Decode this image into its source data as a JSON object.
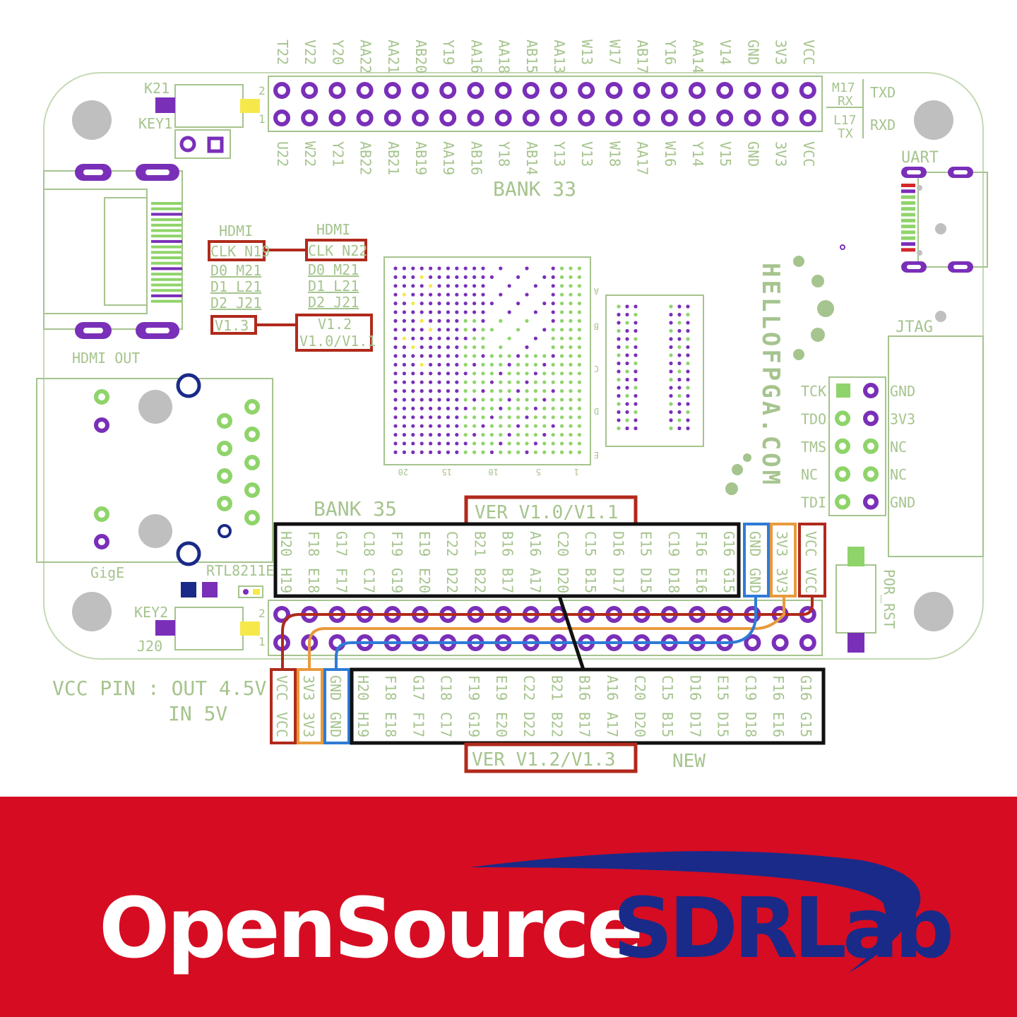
{
  "top_header": {
    "top_row": [
      "T22",
      "V22",
      "Y20",
      "AA22",
      "AA21",
      "AB20",
      "Y19",
      "AA16",
      "AA18",
      "AB15",
      "AA13",
      "W13",
      "W17",
      "AB17",
      "Y16",
      "AA14",
      "V14",
      "GND",
      "3V3",
      "VCC"
    ],
    "bottom_row": [
      "U22",
      "W22",
      "Y21",
      "AB22",
      "AB21",
      "AB19",
      "AA19",
      "AB16",
      "Y18",
      "AB14",
      "Y13",
      "V13",
      "W18",
      "AA17",
      "W16",
      "Y14",
      "V15",
      "GND",
      "3V3",
      "VCC"
    ],
    "bank": "BANK 33",
    "pin2": "2",
    "pin1": "1"
  },
  "uart_side": {
    "m17_rx": [
      "M17",
      "RX"
    ],
    "txd": "TXD",
    "l17_tx": [
      "L17",
      "TX"
    ],
    "rxd": "RXD",
    "uart": "UART"
  },
  "keys": {
    "k21": "K21",
    "key1": "KEY1",
    "key2": "KEY2",
    "j20": "J20"
  },
  "hdmi": {
    "left_title": "HDMI",
    "right_title": "HDMI",
    "left": [
      "CLK N19",
      "D0  M21",
      "D1  L21",
      "D2  J21"
    ],
    "right": [
      "CLK N22",
      "D0  M21",
      "D1  L21",
      "D2  J21"
    ],
    "ver_left": "V1.3",
    "ver_right": [
      "V1.2",
      "V1.0/V1.1"
    ],
    "out": "HDMI OUT"
  },
  "ethernet": {
    "gige": "GigE",
    "phy": "RTL8211E"
  },
  "fpga_marks": {
    "bottom": [
      "20",
      "15",
      "10",
      "5",
      "1"
    ],
    "side": [
      "A",
      "B",
      "C",
      "D",
      "E"
    ]
  },
  "site": "HELLOFPGA.COM",
  "jtag": {
    "title": "JTAG",
    "left": [
      "TCK",
      "TDO",
      "TMS",
      "NC",
      "TDI"
    ],
    "right": [
      "GND",
      "3V3",
      "NC",
      "NC",
      "GND"
    ]
  },
  "bank35": "BANK 35",
  "old_header": {
    "version": "VER V1.0/V1.1",
    "top": [
      "H20",
      "F18",
      "G17",
      "C18",
      "F19",
      "E19",
      "C22",
      "B21",
      "B16",
      "A16",
      "C20",
      "C15",
      "D16",
      "E15",
      "C19",
      "F16",
      "G16"
    ],
    "bottom": [
      "H19",
      "E18",
      "F17",
      "C17",
      "G19",
      "E20",
      "D22",
      "B22",
      "B17",
      "A17",
      "D20",
      "B15",
      "D17",
      "D15",
      "D18",
      "E16",
      "G15"
    ],
    "power": [
      [
        "GND",
        "GND"
      ],
      [
        "3V3",
        "3V3"
      ],
      [
        "VCC",
        "VCC"
      ]
    ]
  },
  "new_header": {
    "version": "VER V1.2/V1.3",
    "new": "NEW",
    "top": [
      "H20",
      "F18",
      "G17",
      "C18",
      "F19",
      "E19",
      "C22",
      "B21",
      "B16",
      "A16",
      "C20",
      "C15",
      "D16",
      "E15",
      "C19",
      "F16",
      "G16"
    ],
    "bottom": [
      "H19",
      "E18",
      "F17",
      "C17",
      "G19",
      "E20",
      "D22",
      "B22",
      "B17",
      "A17",
      "D20",
      "B15",
      "D17",
      "D15",
      "D18",
      "E16",
      "G15"
    ],
    "power": [
      [
        "VCC",
        "VCC"
      ],
      [
        "3V3",
        "3V3"
      ],
      [
        "GND",
        "GND"
      ]
    ]
  },
  "reset": "POR_RST",
  "vcc_note": {
    "line1": "VCC PIN : OUT 4.5V",
    "line2": "IN 5V"
  },
  "brand": {
    "part1": "OpenSource",
    "part2": "SDRLab"
  },
  "colors": {
    "silkscreen": "#a6c48e",
    "pad": "#7a2fb8",
    "pad_green": "#8fd46a",
    "red": "#b02a1c",
    "orange": "#e89a3c",
    "blue": "#2e7bd6",
    "banner": "#d60c22",
    "brand_blue": "#1a2a88"
  }
}
